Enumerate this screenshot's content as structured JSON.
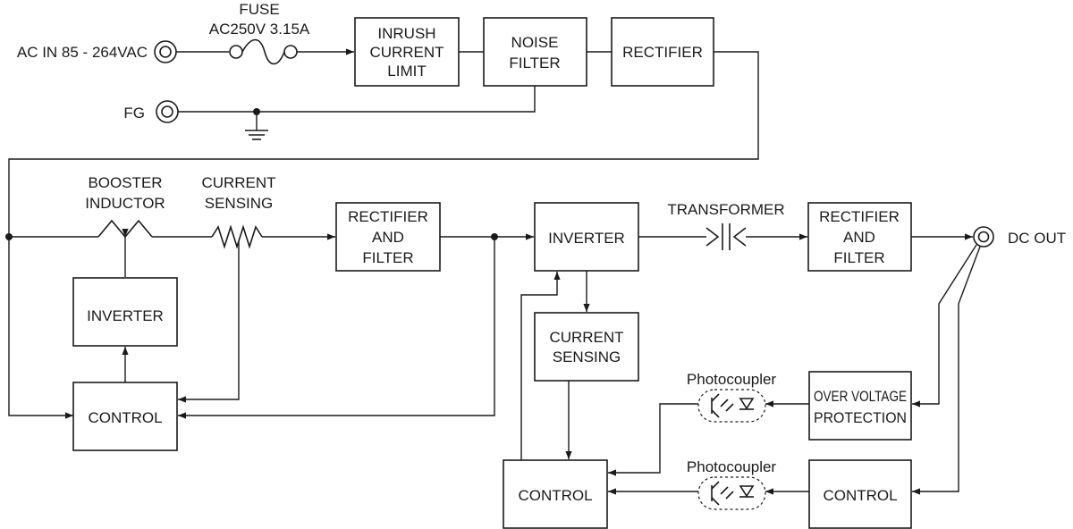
{
  "labels": {
    "ac_in": "AC IN 85 - 264VAC",
    "fuse_title": "FUSE",
    "fuse_rating": "AC250V 3.15A",
    "fg": "FG",
    "booster_inductor": [
      "BOOSTER",
      "INDUCTOR"
    ],
    "current_sensing_1": [
      "CURRENT",
      "SENSING"
    ],
    "transformer": "TRANSFORMER",
    "dc_out": "DC OUT",
    "photocoupler_1": "Photocoupler",
    "photocoupler_2": "Photocoupler"
  },
  "blocks": {
    "inrush": [
      "INRUSH",
      "CURRENT",
      "LIMIT"
    ],
    "noise_filter": [
      "NOISE",
      "FILTER"
    ],
    "rectifier_1": [
      "RECTIFIER"
    ],
    "inverter_1": [
      "INVERTER"
    ],
    "control_1": [
      "CONTROL"
    ],
    "rectifier_filter_1": [
      "RECTIFIER",
      "AND",
      "FILTER"
    ],
    "inverter_2": [
      "INVERTER"
    ],
    "current_sensing_2": [
      "CURRENT",
      "SENSING"
    ],
    "control_2": [
      "CONTROL"
    ],
    "rectifier_filter_2": [
      "RECTIFIER",
      "AND",
      "FILTER"
    ],
    "ovp": [
      "OVER VOLTAGE",
      "PROTECTION"
    ],
    "control_3": [
      "CONTROL"
    ]
  }
}
